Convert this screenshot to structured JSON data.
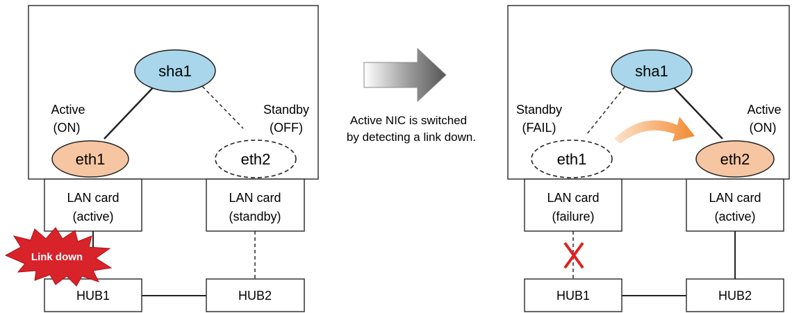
{
  "center": {
    "caption_line1": "Active NIC is switched",
    "caption_line2": "by detecting a link down."
  },
  "before": {
    "sha": "sha1",
    "eth1": "eth1",
    "eth2": "eth2",
    "eth1_state_line1": "Active",
    "eth1_state_line2": "(ON)",
    "eth2_state_line1": "Standby",
    "eth2_state_line2": "(OFF)",
    "lan1_line1": "LAN card",
    "lan1_line2": "(active)",
    "lan2_line1": "LAN card",
    "lan2_line2": "(standby)",
    "hub1": "HUB1",
    "hub2": "HUB2",
    "link_down": "Link down"
  },
  "after": {
    "sha": "sha1",
    "eth1": "eth1",
    "eth2": "eth2",
    "eth1_state_line1": "Standby",
    "eth1_state_line2": "(FAIL)",
    "eth2_state_line1": "Active",
    "eth2_state_line2": "(ON)",
    "lan1_line1": "LAN card",
    "lan1_line2": "(failure)",
    "lan2_line1": "LAN card",
    "lan2_line2": "(active)",
    "hub1": "HUB1",
    "hub2": "HUB2"
  },
  "colors": {
    "sha_fill": "#a9d6ea",
    "eth_active_fill": "#f6c6a2",
    "burst_fill": "#d8232a",
    "cross": "#e02020",
    "curve_arrow": "#f39a4e"
  }
}
